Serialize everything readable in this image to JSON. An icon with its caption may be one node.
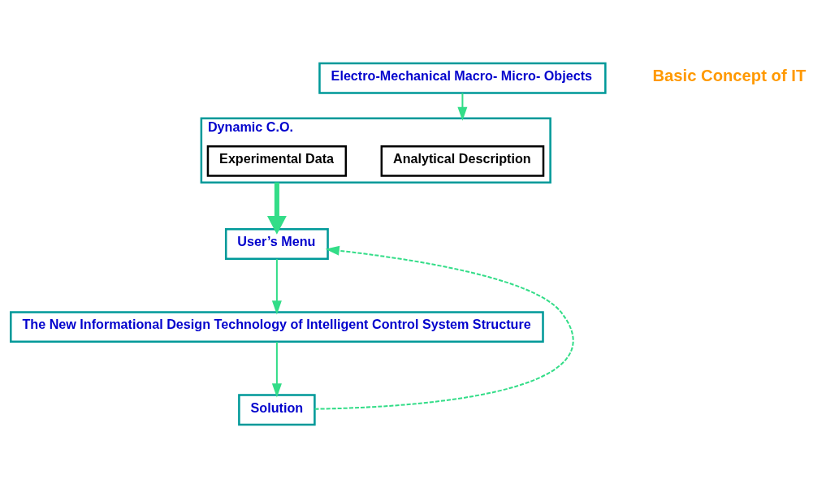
{
  "diagram": {
    "nodes": [
      {
        "text": [
          "Electro-Mechanical Macro- Micro- Objects"
        ]
      },
      {
        "text": [
          "Dynamic C.O."
        ]
      },
      {
        "text": [
          "Analytical Description"
        ],
        "in": 1
      },
      {
        "text": [
          "Experimental Data"
        ],
        "in": 1
      },
      {
        "text": [
          "User’s Menu"
        ]
      },
      {
        "text": [
          "The New Informational Design Technology of Intelligent Control System Structure"
        ]
      },
      {
        "text": [
          "Solution"
        ]
      }
    ],
    "edges": [
      {
        "from": 0,
        "to": 1,
        "arrow": "to"
      },
      {
        "from": 1,
        "to": 4,
        "arrow": "to",
        "style": "thick"
      },
      {
        "from": 4,
        "to": 5,
        "arrow": "to"
      },
      {
        "from": 5,
        "to": 6,
        "arrow": "to"
      },
      {
        "from": 6,
        "to": 4,
        "arrow": "to",
        "style": "dashed"
      }
    ],
    "labels": [
      "Basic Concept of IT"
    ]
  }
}
